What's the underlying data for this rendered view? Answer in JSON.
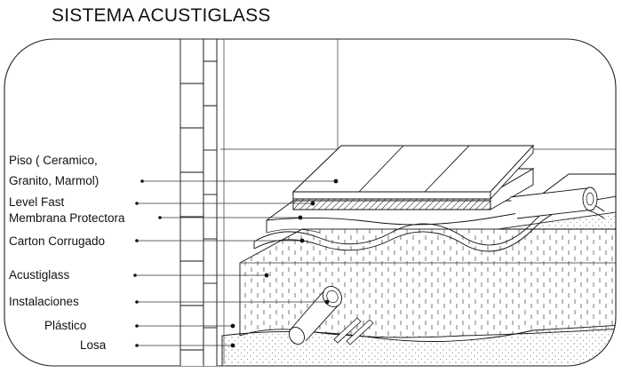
{
  "title": "SISTEMA ACUSTIGLASS",
  "labels": {
    "piso_line1": "Piso  ( Ceramico,",
    "piso_line2": "Granito, Marmol)",
    "level_fast": "Level Fast",
    "membrana": "Membrana Protectora",
    "carton": "Carton Corrugado",
    "acustiglass": "Acustiglass",
    "instalaciones": "Instalaciones",
    "plastico": "Plástico",
    "losa": "Losa"
  }
}
